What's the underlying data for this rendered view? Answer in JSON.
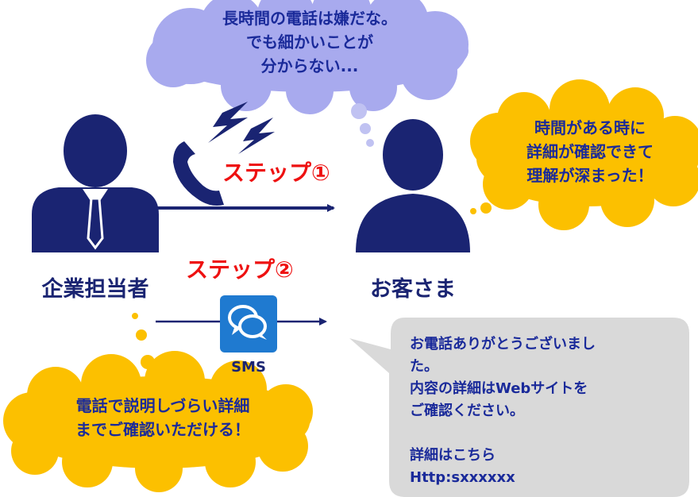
{
  "colors": {
    "person": "#1a2472",
    "cloud_lavender": "#a8aaee",
    "cloud_yellow": "#fcc000",
    "cloud_text": "#1a2a9a",
    "step_red": "#ee1111",
    "sms_bubble": "#d9d9d9",
    "sms_icon": "#1f7ad0"
  },
  "icons": {
    "phone": "phone-handset-icon",
    "sms": "chat-bubbles-icon",
    "company_person": "business-person-icon",
    "customer_person": "customer-person-icon"
  },
  "top_cloud": {
    "text": "長時間の電話は嫌だな。\nでも細かいことが\n分からない..."
  },
  "right_cloud": {
    "text": "時間がある時に\n詳細が確認できて\n理解が深まった！"
  },
  "bottom_cloud": {
    "text": "電話で説明しづらい詳細\nまでご確認いただける！"
  },
  "step1": {
    "label": "ステップ①"
  },
  "step2": {
    "label": "ステップ②"
  },
  "company": {
    "label": "企業担当者"
  },
  "customer": {
    "label": "お客さま"
  },
  "sms": {
    "label": "SMS"
  },
  "sms_message": {
    "text": "お電話ありがとうございまし\nた。\n内容の詳細はWebサイトを\nご確認ください。\n\n詳細はこちら\nHttp:sxxxxxx"
  }
}
